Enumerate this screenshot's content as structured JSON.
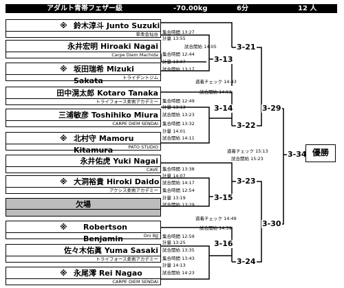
{
  "header": {
    "category": "アダルト青帯フェザー級",
    "weight": "-70.00kg",
    "duration": "6分",
    "count": "12 人"
  },
  "players": [
    {
      "mark": "※",
      "name": "鈴木淳斗 Junto Suzuki",
      "club": "草柔会仙台"
    },
    {
      "mark": "",
      "name": "永井宏明 Hiroaki Nagai",
      "club": "Carpe Diem Machida"
    },
    {
      "mark": "※",
      "name": "坂田瑞希 Mizuki Sakata",
      "club": "トライデントジム"
    },
    {
      "mark": "",
      "name": "田中滉太郎 Kotaro Tanaka",
      "club": "トライフォース柔術アカデミー"
    },
    {
      "mark": "",
      "name": "三浦敏彦 Toshihiko Miura",
      "club": "CARPE DIEM SENDAI"
    },
    {
      "mark": "※",
      "name": "北村守 Mamoru Kitamura",
      "club": "PATO STUDIO"
    },
    {
      "mark": "",
      "name": "永井佑虎 Yuki Nagai",
      "club": "CAVE"
    },
    {
      "mark": "※",
      "name": "大洞裕貴 Hiroki Daido",
      "club": "アクシス柔術アカデミー"
    },
    {
      "mark": "",
      "name": "欠場",
      "club": ""
    },
    {
      "mark": "※",
      "name": "Robertson Benjamin",
      "club": "Oni BJJ"
    },
    {
      "mark": "",
      "name": "佐々木佑眞 Yuma Sasaki",
      "club": "トライフォース柔術アカデミー"
    },
    {
      "mark": "※",
      "name": "永尾澪 Rei Nagao",
      "club": "CARPE DIEM SENDAI"
    }
  ],
  "times": [
    [
      "集合時間 13:27",
      "計量 13:55"
    ],
    [
      "試合開始 14:05"
    ],
    [
      "集合時間 12:44",
      "計量 13:07",
      "試合開始 13:17"
    ],
    [
      "道着チェック 14:43",
      "試合開始 14:53"
    ],
    [
      "集合時間 12:49",
      "計量 13:13",
      "試合開始 13:23"
    ],
    [
      "集合時間 13:32",
      "計量 14:01",
      "試合開始 14:11"
    ],
    [
      "道着チェック 15:13",
      "試合開始 15:23"
    ],
    [
      "集合時間 13:38",
      "計量 14:07",
      "試合開始 14:17"
    ],
    [
      "集合時間 12:54",
      "計量 13:19",
      "試合開始 13:29"
    ],
    [
      "道着チェック 14:49",
      "試合開始 14:59"
    ],
    [
      "集合時間 12:59",
      "計量 13:25",
      "試合開始 13:35"
    ],
    [
      "集合時間 13:43",
      "計量 14:13",
      "試合開始 14:23"
    ]
  ],
  "matches": {
    "m13": "3-13",
    "m14": "3-14",
    "m15": "3-15",
    "m16": "3-16",
    "m21": "3-21",
    "m22": "3-22",
    "m23": "3-23",
    "m24": "3-24",
    "m29": "3-29",
    "m30": "3-30",
    "m34": "3-34"
  },
  "winner": "優勝"
}
